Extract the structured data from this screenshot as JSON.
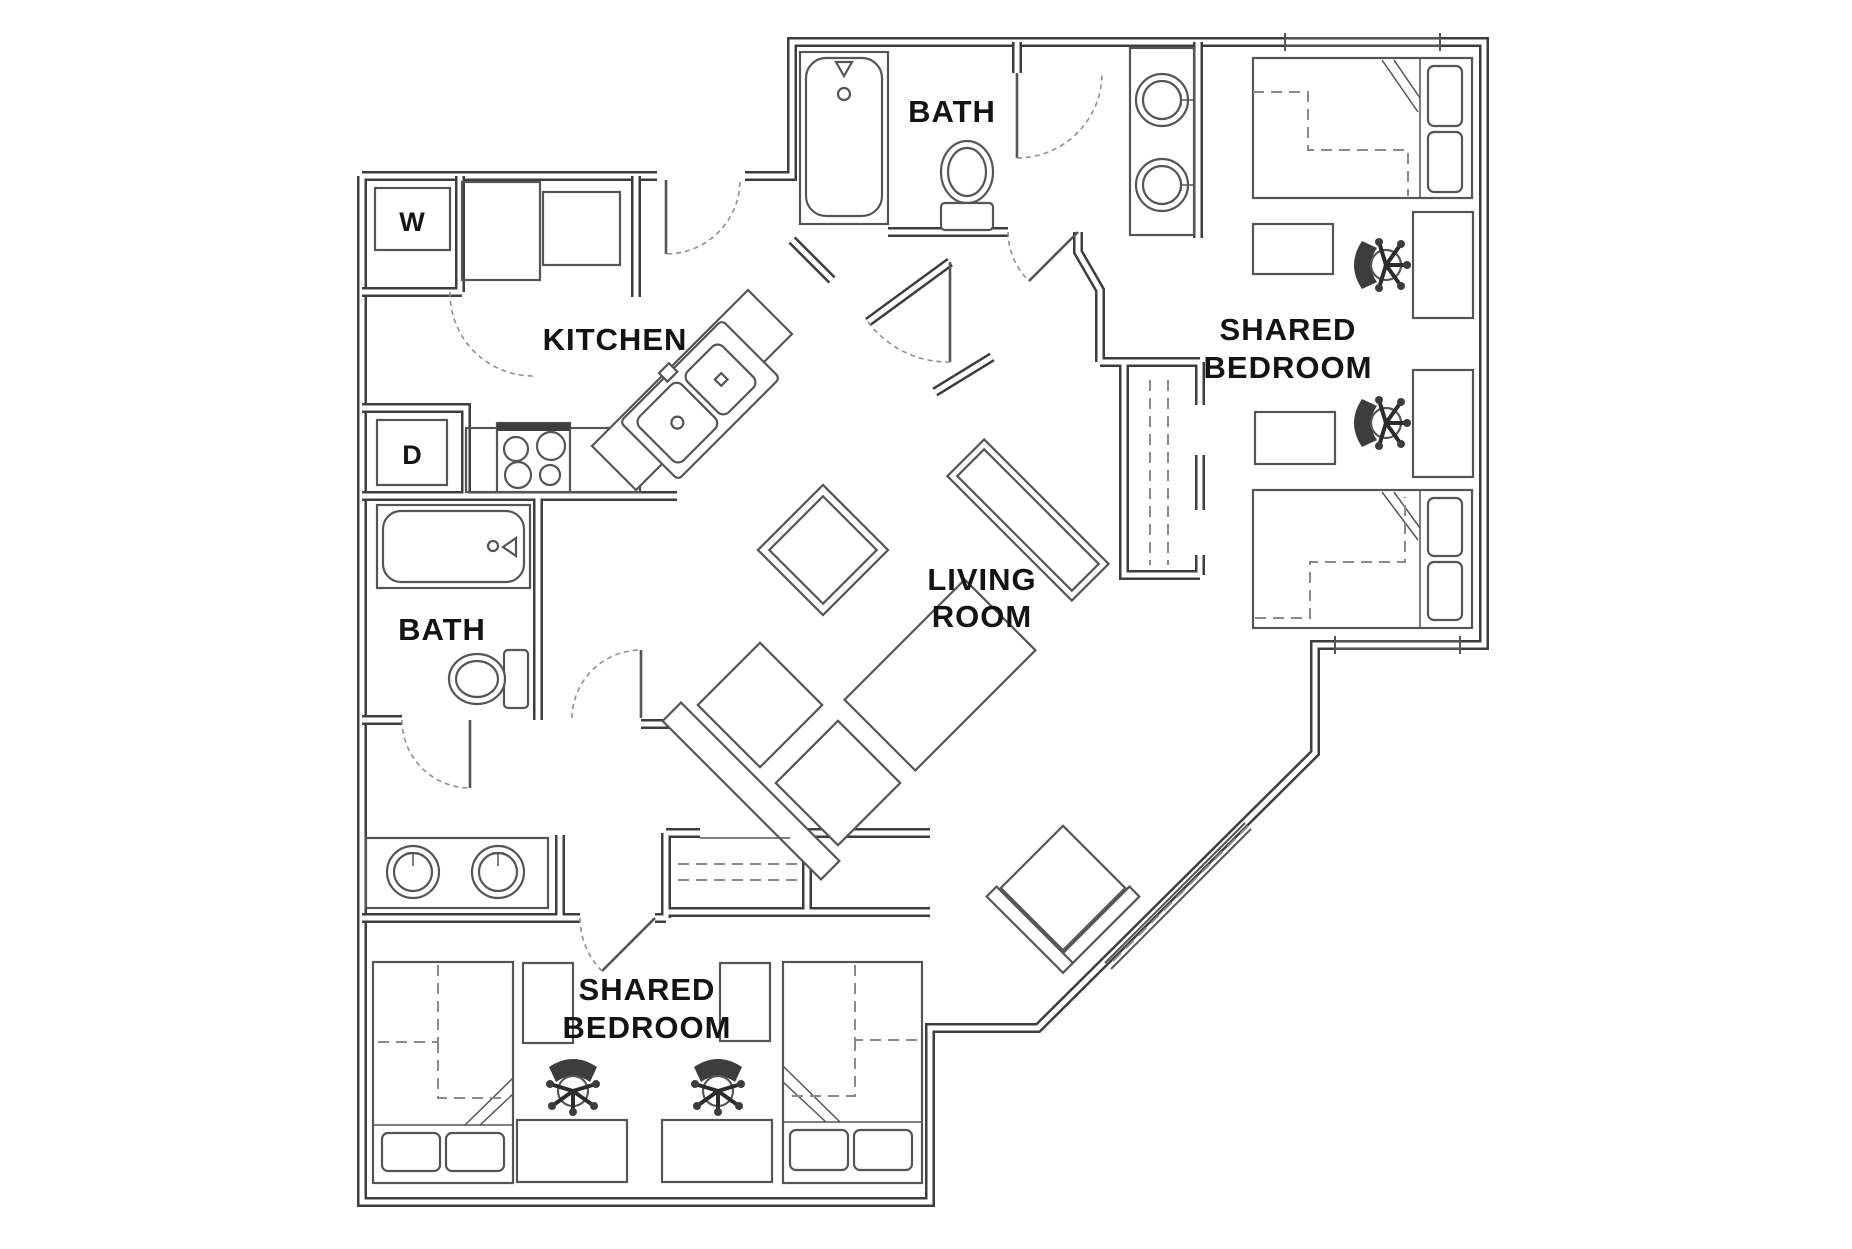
{
  "document": {
    "type": "apartment-floor-plan",
    "units_shown": "none"
  },
  "colors": {
    "wall": "#3d3d3d",
    "fixture": "#555555",
    "text": "#141414",
    "background": "#ffffff",
    "dashline": "#8a8a8a"
  },
  "rooms": {
    "bath_top": {
      "label": "BATH"
    },
    "bedroom_top": {
      "line1": "SHARED",
      "line2": "BEDROOM"
    },
    "kitchen": {
      "label": "KITCHEN"
    },
    "living_room": {
      "line1": "LIVING",
      "line2": "ROOM"
    },
    "bath_left": {
      "label": "BATH"
    },
    "bedroom_bottom": {
      "line1": "SHARED",
      "line2": "BEDROOM"
    },
    "washer": {
      "label": "W"
    },
    "dryer": {
      "label": "D"
    }
  },
  "fixtures": [
    {
      "name": "bathtub-icon",
      "room": "bath_top"
    },
    {
      "name": "toilet-icon",
      "room": "bath_top"
    },
    {
      "name": "double-sink-vanity-icon",
      "room": "bath_top"
    },
    {
      "name": "washer-icon",
      "room": "kitchen"
    },
    {
      "name": "dryer-icon",
      "room": "kitchen"
    },
    {
      "name": "stove-icon",
      "room": "kitchen"
    },
    {
      "name": "kitchen-double-sink-icon",
      "room": "kitchen"
    },
    {
      "name": "cabinet-icon",
      "room": "kitchen"
    },
    {
      "name": "bathtub-icon",
      "room": "bath_left"
    },
    {
      "name": "toilet-icon",
      "room": "bath_left"
    },
    {
      "name": "double-sink-vanity-icon",
      "room": "bath_left"
    },
    {
      "name": "coffee-table-icon",
      "room": "living_room"
    },
    {
      "name": "sofa-icon",
      "room": "living_room"
    },
    {
      "name": "armchair-icon",
      "room": "living_room"
    },
    {
      "name": "console-table-icon",
      "room": "living_room"
    },
    {
      "name": "bed-icon",
      "room": "bedroom_top",
      "count": 2
    },
    {
      "name": "desk-icon",
      "room": "bedroom_top",
      "count": 2
    },
    {
      "name": "task-chair-icon",
      "room": "bedroom_top",
      "count": 2
    },
    {
      "name": "dresser-icon",
      "room": "bedroom_top",
      "count": 2
    },
    {
      "name": "closet-rod-icon",
      "room": "bedroom_top",
      "count": 1
    },
    {
      "name": "bed-icon",
      "room": "bedroom_bottom",
      "count": 2
    },
    {
      "name": "desk-icon",
      "room": "bedroom_bottom",
      "count": 2
    },
    {
      "name": "task-chair-icon",
      "room": "bedroom_bottom",
      "count": 2
    },
    {
      "name": "dresser-icon",
      "room": "bedroom_bottom",
      "count": 2
    },
    {
      "name": "closet-rod-icon",
      "room": "living_room",
      "count": 1
    }
  ]
}
